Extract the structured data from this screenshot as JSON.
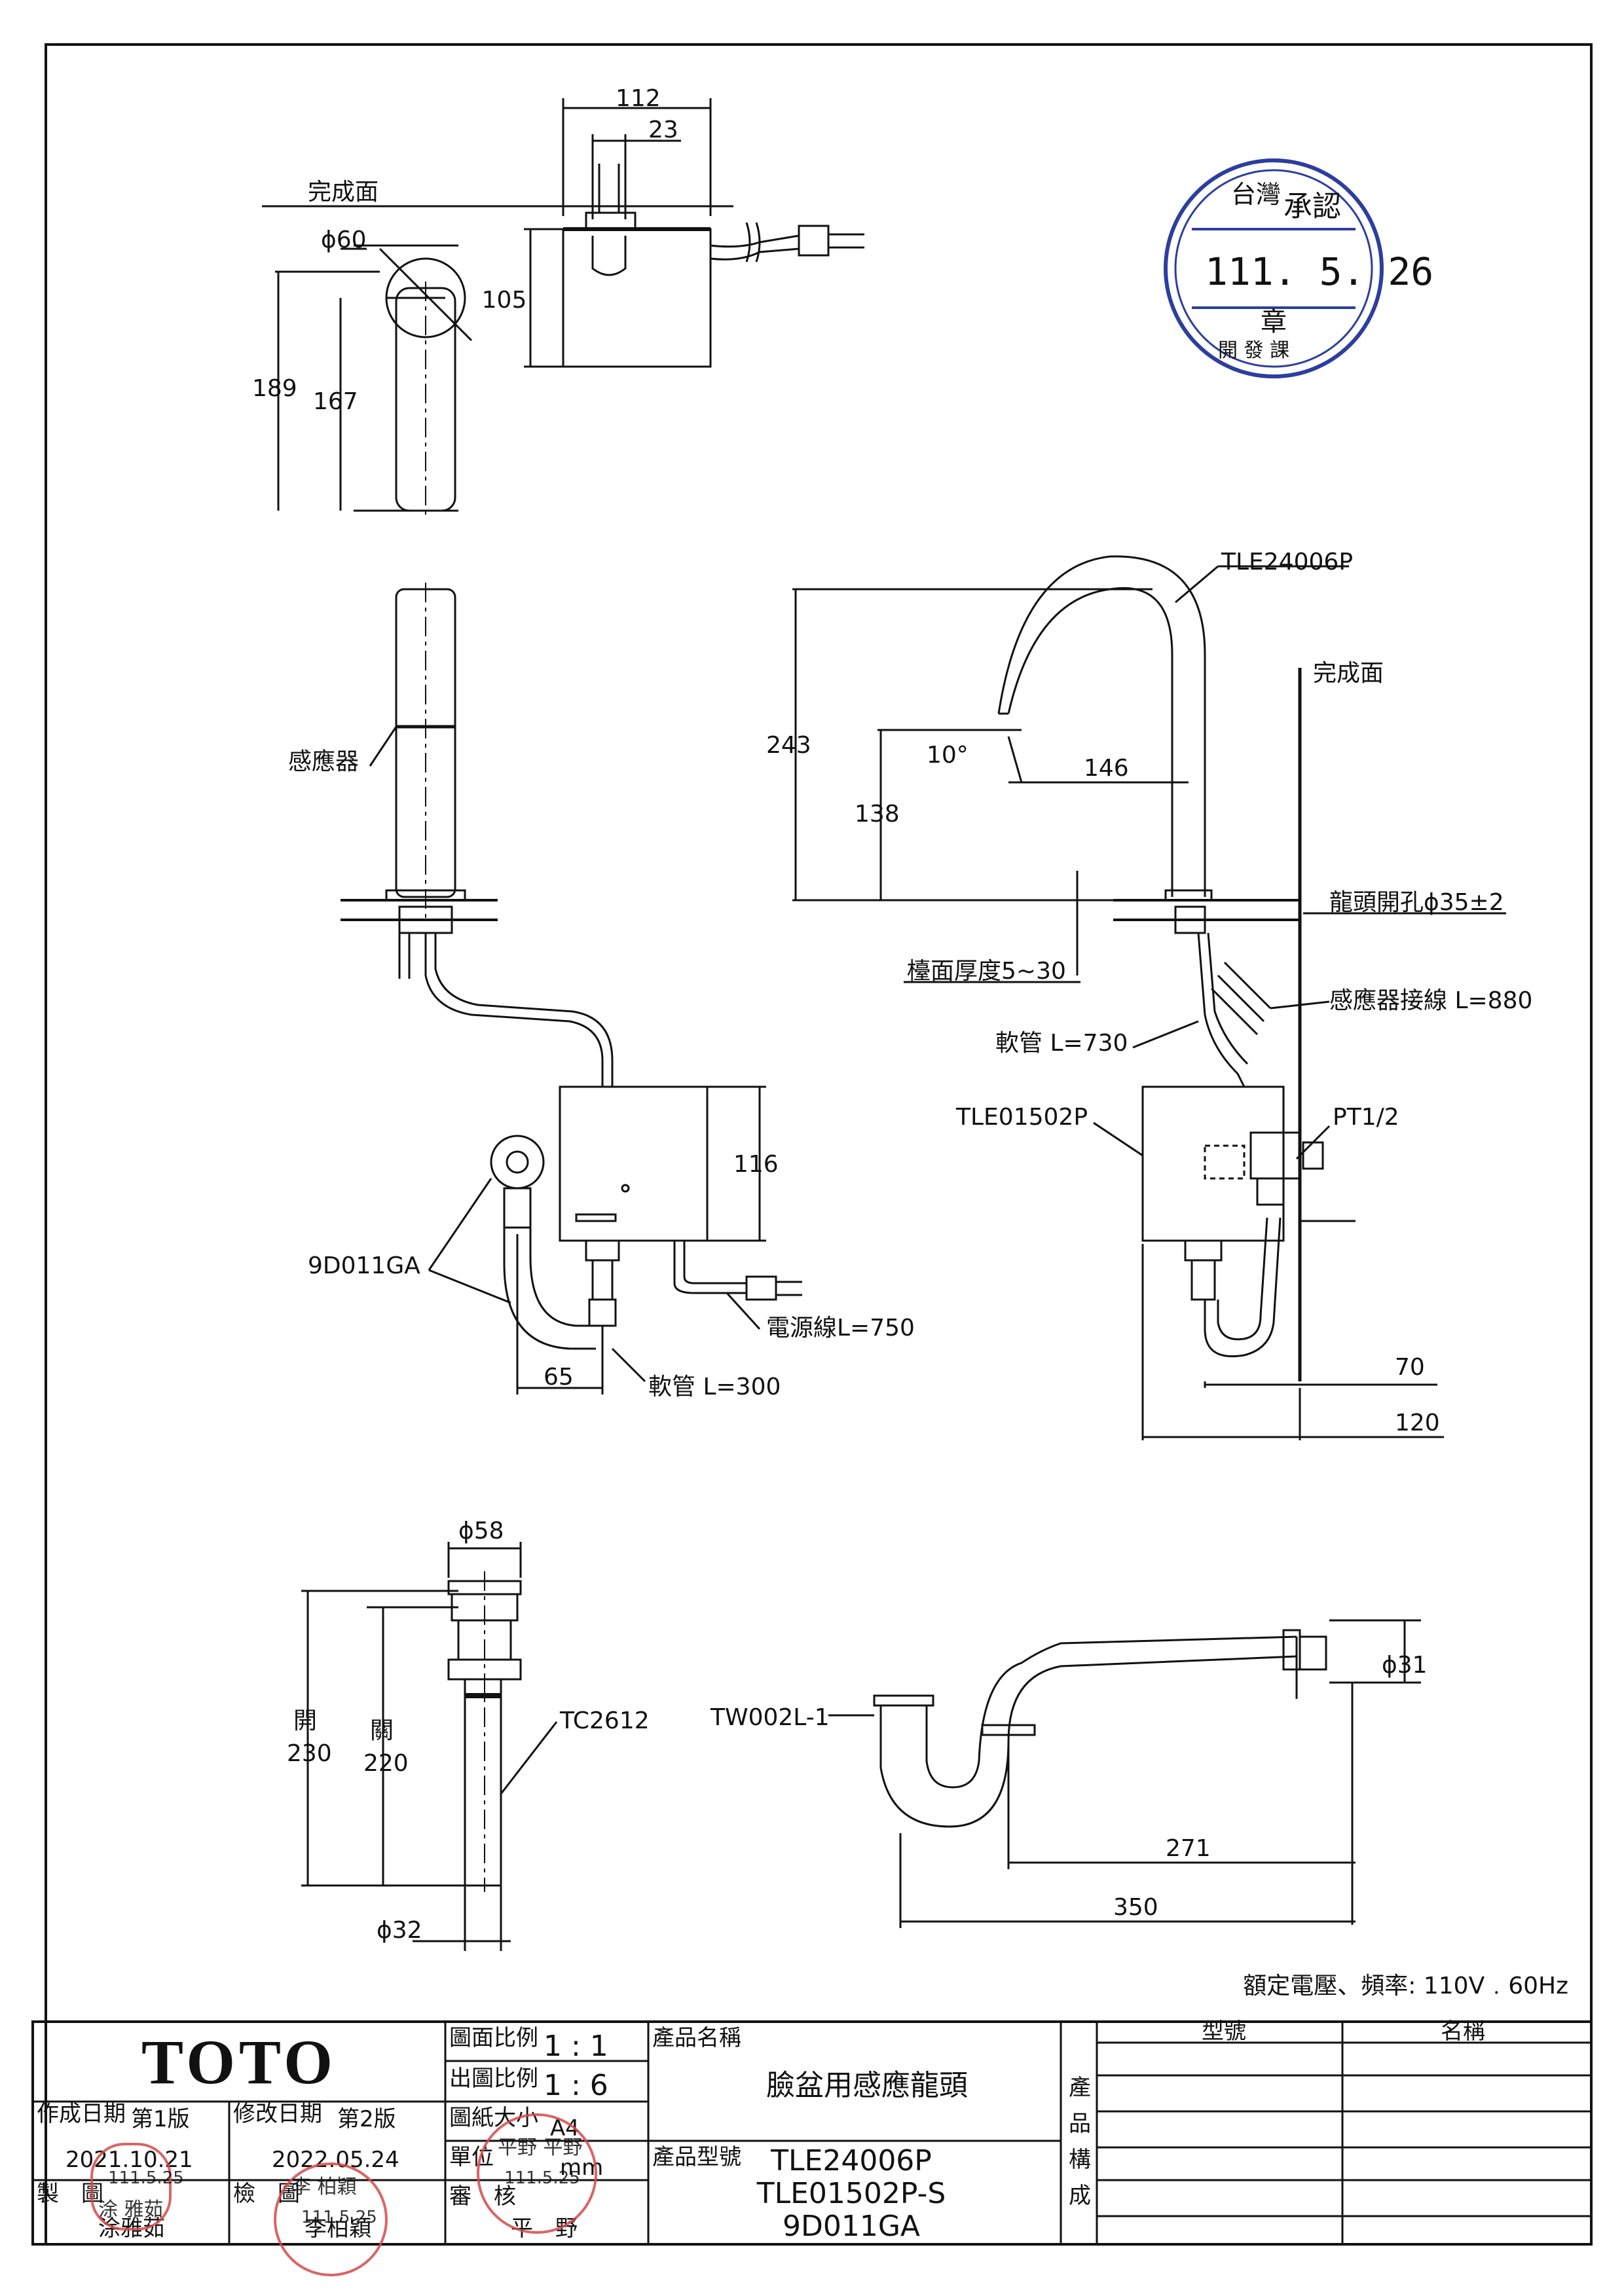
{
  "drawing": {
    "finish_surface": "完成面",
    "top_view": {
      "d112": "112",
      "d23": "23",
      "d105": "105"
    },
    "side_view": {
      "phi60": "ϕ60",
      "d189": "189",
      "d167": "167"
    },
    "front_assembly": {
      "sensor": "感應器",
      "d116": "116",
      "valve": "9D011GA",
      "d65": "65",
      "hose": "軟管 L=300",
      "power_cord": "電源線L=750"
    },
    "side_assembly": {
      "faucet": "TLE24006P",
      "finish_surface": "完成面",
      "d243": "243",
      "d138": "138",
      "angle": "10°",
      "d146": "146",
      "hole": "龍頭開孔ϕ35±2",
      "counter": "檯面厚度5~30",
      "sensor_cable": "感應器接線 L=880",
      "hose": "軟管 L=730",
      "control_box": "TLE01502P",
      "pt": "PT1/2",
      "d70": "70",
      "d120": "120"
    },
    "drain": {
      "phi58": "ϕ58",
      "open_label": "開",
      "open_value": "230",
      "close_label": "關",
      "close_value": "220",
      "model": "TC2612",
      "phi32": "ϕ32"
    },
    "trap": {
      "model": "TW002L-1",
      "phi31": "ϕ31",
      "d271": "271",
      "d350": "350"
    },
    "rating": "額定電壓、頻率: 110V﹒60Hz"
  },
  "approval_stamp": {
    "line1": "台灣",
    "line2": "承認",
    "date": "111. 5. 26",
    "seal": "章",
    "bottom": "開 發 課"
  },
  "title_block": {
    "brand": "TOTO",
    "created_date_label": "作成日期",
    "created_version": "第1版",
    "created_date": "2021.10.21",
    "revised_date_label": "修改日期",
    "revised_version": "第2版",
    "revised_date": "2022.05.24",
    "scale_label": "圖面比例",
    "scale_value": "1 : 1",
    "print_scale_label": "出圖比例",
    "print_scale_value": "1 : 6",
    "paper_label": "圖紙大小",
    "paper_value": "A4",
    "unit_label": "單位",
    "unit_value": "mm",
    "drawn_label": "製　圖",
    "drawn_name": "涂雅茹",
    "checked_label": "檢　圖",
    "checked_name": "李柏穎",
    "approved_label": "審　核",
    "approved_name": "平　野",
    "product_name_label": "產品名稱",
    "product_name": "臉盆用感應龍頭",
    "product_model_label": "產品型號",
    "models": [
      "TLE24006P",
      "TLE01502P-S",
      "9D011GA"
    ],
    "composition_label": [
      "產",
      "品",
      "構",
      "成"
    ],
    "col_model": "型號",
    "col_name": "名稱"
  },
  "signature_stamps": {
    "drawn_stamp": "111.5.25",
    "drawn_seal": "涂 雅茹",
    "checked_stamp": "111.5.25",
    "checked_seal": "李 柏穎",
    "approved_stamp": "111.5.25",
    "approved_seal": "平野 平野"
  }
}
